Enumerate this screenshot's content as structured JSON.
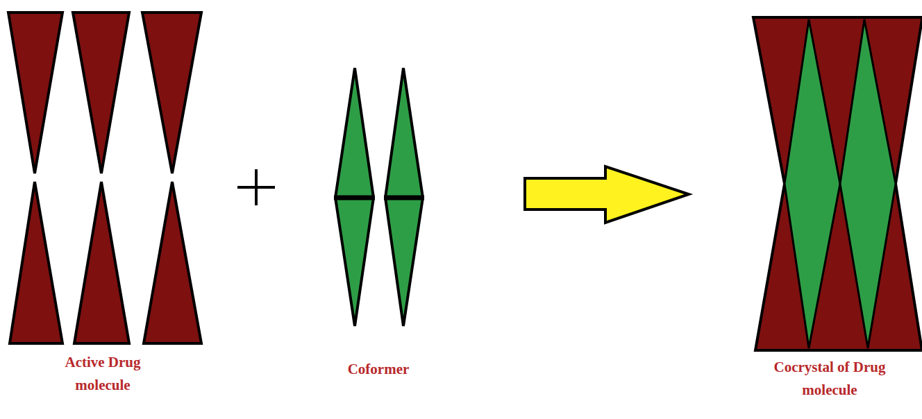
{
  "diagram": {
    "labels": [
      "Active Drug molecule",
      "Coformer",
      "Cocrystal of Drug molecule"
    ]
  }
}
